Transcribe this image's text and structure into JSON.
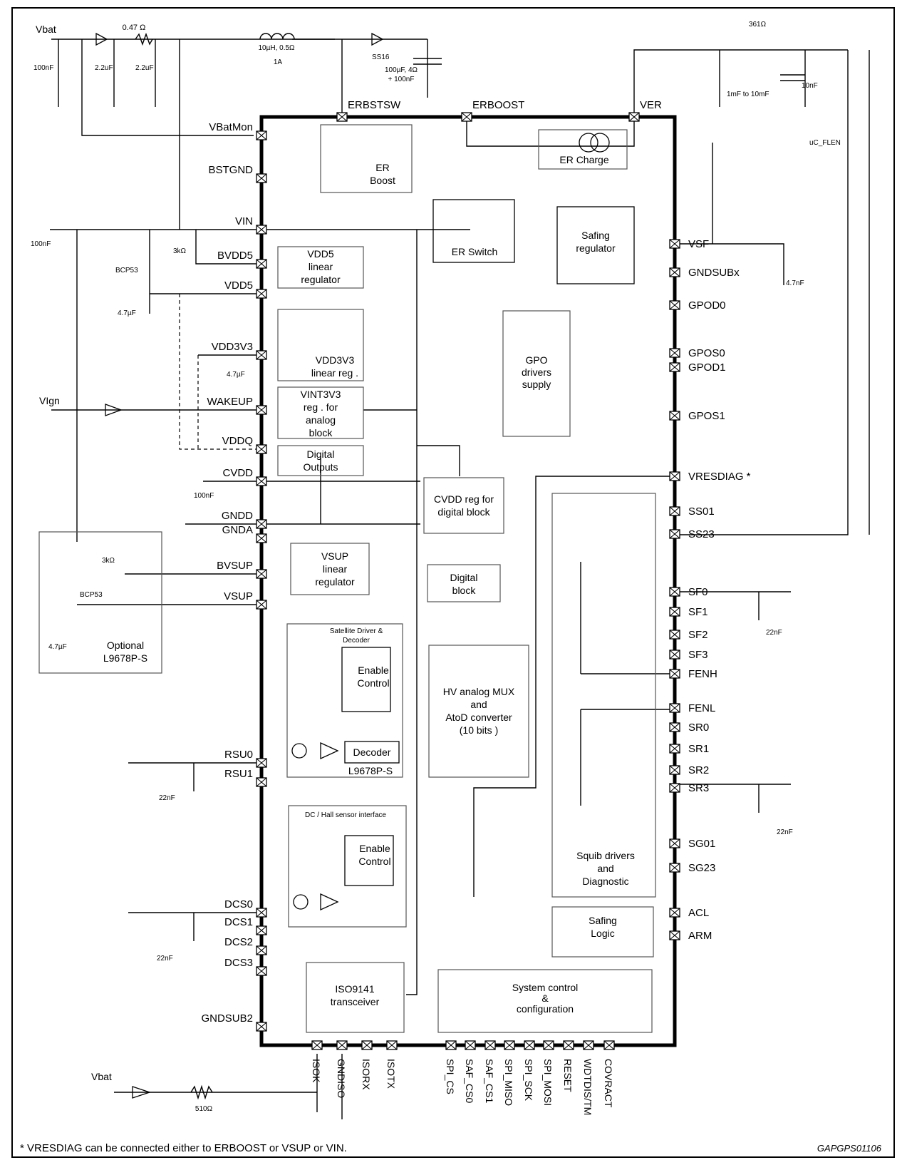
{
  "external": {
    "vbat_top": "Vbat",
    "res_047": "0.47 Ω",
    "cap_100nf_a": "100nF",
    "cap_22uf_a": "2.2uF",
    "cap_22uf_b": "2.2uF",
    "inductor_val": "10µH, 0.5Ω",
    "inductor_cur": "1A",
    "diode_ss16": "SS16",
    "cap_bulk_1": "100µF, 4Ω",
    "cap_bulk_2": "+ 100nF",
    "res_361": "361Ω",
    "cap_1mf": "1mF to 10mF",
    "cap_10nf": "10nF",
    "uc_flen": "uC_FLEN",
    "cap_47nf": "4.7nF",
    "cap_100nf_b": "100nF",
    "res_3k_a": "3kΩ",
    "bcp53_a": "BCP53",
    "cap_47uf_a": "4.7µF",
    "cap_47uf_b": "4.7µF",
    "vign": "VIgn",
    "cap_100nf_c": "100nF",
    "res_3k_b": "3kΩ",
    "bcp53_b": "BCP53",
    "cap_47uf_c": "4.7µF",
    "optional_1": "Optional",
    "optional_2": "L9678P-S",
    "cap_22nf_a": "22nF",
    "cap_22nf_b": "22nF",
    "cap_22nf_c": "22nF",
    "cap_22nf_d": "22nF",
    "vbat_bottom": "Vbat",
    "res_510": "510Ω"
  },
  "pins_left": [
    "VBatMon",
    "BSTGND",
    "VIN",
    "BVDD5",
    "VDD5",
    "VDD3V3",
    "WAKEUP",
    "VDDQ",
    "CVDD",
    "GNDD",
    "GNDA",
    "BVSUP",
    "VSUP",
    "RSU0",
    "RSU1",
    "DCS0",
    "DCS1",
    "DCS2",
    "DCS3",
    "GNDSUB2"
  ],
  "pins_top": [
    "ERBSTSW",
    "ERBOOST",
    "VER"
  ],
  "pins_right": [
    "VSF",
    "GNDSUBx",
    "GPOD0",
    "GPOS0",
    "GPOD1",
    "GPOS1",
    "VRESDIAG *",
    "SS01",
    "SS23",
    "SF0",
    "SF1",
    "SF2",
    "SF3",
    "FENH",
    "FENL",
    "SR0",
    "SR1",
    "SR2",
    "SR3",
    "SG01",
    "SG23",
    "ACL",
    "ARM"
  ],
  "pins_bottom": [
    "ISOK",
    "GNDISO",
    "ISORX",
    "ISOTX",
    "SPI_CS",
    "SAF_CS0",
    "SAF_CS1",
    "SPI_MISO",
    "SPI_SCK",
    "SPI_MOSI",
    "RESET",
    "WDTDIS/TM",
    "COVRACT"
  ],
  "blocks": {
    "er_boost": [
      "ER",
      "Boost"
    ],
    "er_charge": "ER Charge",
    "er_switch": "ER Switch",
    "safing_reg": [
      "Safing",
      "regulator"
    ],
    "vdd5": [
      "VDD5",
      "linear",
      "regulator"
    ],
    "vdd3v3": [
      "VDD3V3",
      "linear reg ."
    ],
    "vint3v3": [
      "VINT3V3",
      "reg . for",
      "analog",
      "block"
    ],
    "digital_out": [
      "Digital",
      "Outputs"
    ],
    "cvdd_reg": [
      "CVDD reg  for",
      "digital block"
    ],
    "gpo_supply": [
      "GPO",
      "drivers",
      "supply"
    ],
    "vsup_reg": [
      "VSUP",
      "linear",
      "regulator"
    ],
    "digital_block": [
      "Digital",
      "block"
    ],
    "satellite": [
      "Satellite Driver &",
      "Decoder"
    ],
    "enable_a": [
      "Enable",
      "Control"
    ],
    "decoder": "Decoder",
    "l9678ps": "L9678P-S",
    "hv_mux": [
      "HV analog MUX",
      "and",
      "AtoD converter",
      "(10 bits )"
    ],
    "dc_hall": "DC / Hall sensor interface",
    "enable_b": [
      "Enable",
      "Control"
    ],
    "squib": [
      "Squib drivers",
      "and",
      "Diagnostic"
    ],
    "safing_logic": [
      "Safing",
      "Logic"
    ],
    "iso": [
      "ISO9141",
      "transceiver"
    ],
    "sysctrl": [
      "System control",
      "&",
      "configuration"
    ]
  },
  "footnote": "* VRESDIAG can be connected either to ERBOOST or VSUP or VIN.",
  "code": "GAPGPS01106"
}
